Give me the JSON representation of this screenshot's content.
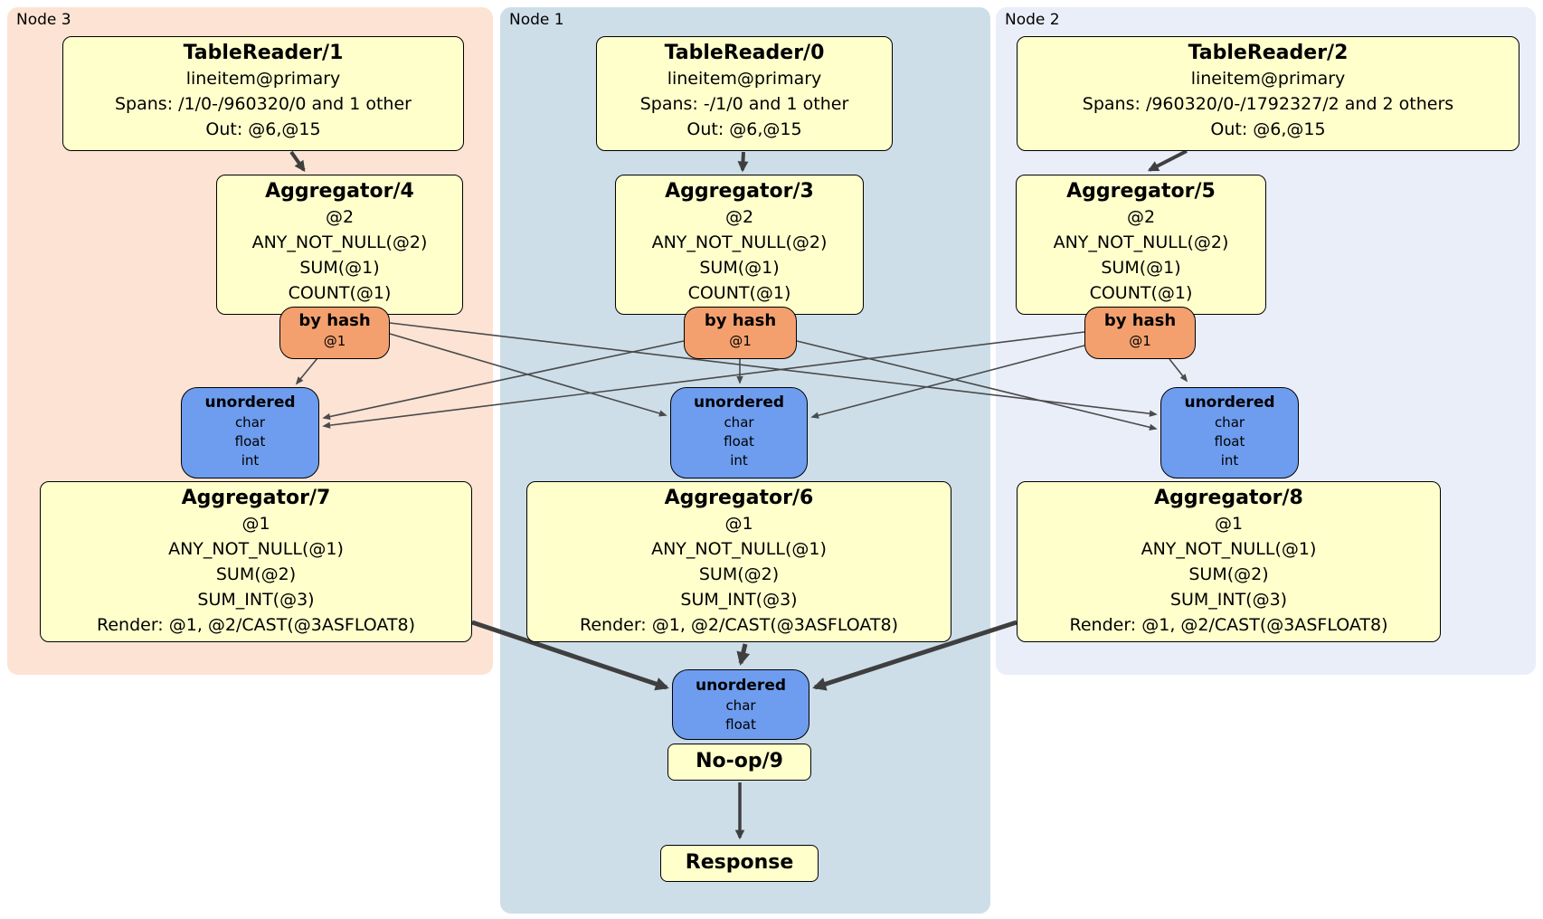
{
  "panels": [
    {
      "label": "Node 3"
    },
    {
      "label": "Node 1"
    },
    {
      "label": "Node 2"
    }
  ],
  "colors": {
    "panel_node3": "#fce3d4",
    "panel_node1": "#cddee9",
    "panel_node2": "#eaeef9",
    "processor_box": "#ffffcc",
    "hash_router": "#f3a06e",
    "sync_box": "#6e9def",
    "edge": "#404040",
    "border": "#000000"
  },
  "boxes": {
    "tablereader1": {
      "title": "TableReader/1",
      "lines": [
        "lineitem@primary",
        "Spans: /1/0-/960320/0 and 1 other",
        "Out: @6,@15"
      ]
    },
    "tablereader0": {
      "title": "TableReader/0",
      "lines": [
        "lineitem@primary",
        "Spans: -/1/0 and 1 other",
        "Out: @6,@15"
      ]
    },
    "tablereader2": {
      "title": "TableReader/2",
      "lines": [
        "lineitem@primary",
        "Spans: /960320/0-/1792327/2 and 2 others",
        "Out: @6,@15"
      ]
    },
    "aggregator4": {
      "title": "Aggregator/4",
      "lines": [
        "@2",
        "ANY_NOT_NULL(@2)",
        "SUM(@1)",
        "COUNT(@1)"
      ]
    },
    "aggregator3": {
      "title": "Aggregator/3",
      "lines": [
        "@2",
        "ANY_NOT_NULL(@2)",
        "SUM(@1)",
        "COUNT(@1)"
      ]
    },
    "aggregator5": {
      "title": "Aggregator/5",
      "lines": [
        "@2",
        "ANY_NOT_NULL(@2)",
        "SUM(@1)",
        "COUNT(@1)"
      ]
    },
    "hash_node3": {
      "title": "by hash",
      "lines": [
        "@1"
      ]
    },
    "hash_node1": {
      "title": "by hash",
      "lines": [
        "@1"
      ]
    },
    "hash_node2": {
      "title": "by hash",
      "lines": [
        "@1"
      ]
    },
    "unordered_node3": {
      "title": "unordered",
      "lines": [
        "char",
        "float",
        "int"
      ]
    },
    "unordered_node1": {
      "title": "unordered",
      "lines": [
        "char",
        "float",
        "int"
      ]
    },
    "unordered_node2": {
      "title": "unordered",
      "lines": [
        "char",
        "float",
        "int"
      ]
    },
    "aggregator7": {
      "title": "Aggregator/7",
      "lines": [
        "@1",
        "ANY_NOT_NULL(@1)",
        "SUM(@2)",
        "SUM_INT(@3)",
        "Render: @1, @2/CAST(@3ASFLOAT8)"
      ]
    },
    "aggregator6": {
      "title": "Aggregator/6",
      "lines": [
        "@1",
        "ANY_NOT_NULL(@1)",
        "SUM(@2)",
        "SUM_INT(@3)",
        "Render: @1, @2/CAST(@3ASFLOAT8)"
      ]
    },
    "aggregator8": {
      "title": "Aggregator/8",
      "lines": [
        "@1",
        "ANY_NOT_NULL(@1)",
        "SUM(@2)",
        "SUM_INT(@3)",
        "Render: @1, @2/CAST(@3ASFLOAT8)"
      ]
    },
    "unordered_final": {
      "title": "unordered",
      "lines": [
        "char",
        "float"
      ]
    },
    "noop": {
      "title": "No-op/9"
    },
    "response": {
      "title": "Response"
    }
  }
}
